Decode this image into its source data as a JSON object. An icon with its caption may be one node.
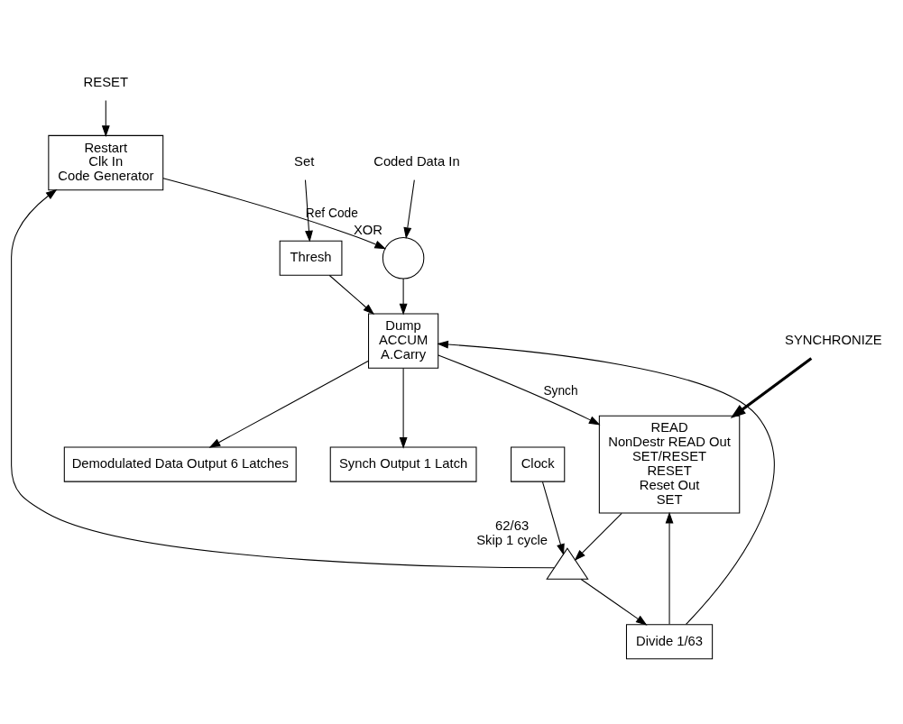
{
  "diagram": {
    "nodes": [
      {
        "text": [
          "RESET"
        ]
      },
      {
        "text": [
          "Restart",
          "Clk In",
          "Code Generator"
        ]
      },
      {
        "text": [
          "Coded Data In"
        ]
      },
      {
        "text": [],
        "shape": "circle",
        "beside": [
          "XOR"
        ]
      },
      {
        "text": [
          "Set"
        ]
      },
      {
        "text": [
          "Thresh"
        ]
      },
      {
        "text": [
          "Dump",
          "ACCUM",
          "A.Carry"
        ]
      },
      {
        "text": [
          "Divide 1/63"
        ]
      },
      {
        "text": [
          "Clock"
        ]
      },
      {
        "text": [],
        "shape": "triangle",
        "beside": [
          "62/63",
          "Skip 1 cycle"
        ]
      },
      {
        "text": [
          "READ",
          "NonDestr READ Out",
          "SET/RESET",
          "RESET",
          "Reset Out",
          "SET"
        ]
      },
      {
        "text": [
          "SYNCHRONIZE"
        ]
      },
      {
        "text": [
          "Demodulated Data Output 6 Latches"
        ]
      },
      {
        "text": [
          "Synch Output 1 Latch"
        ]
      }
    ],
    "edges": [
      {
        "from": 0,
        "to": 1,
        "arrow": "to"
      },
      {
        "from": 1,
        "to": 3,
        "arrow": "to",
        "label": "Ref Code"
      },
      {
        "from": 2,
        "to": 3,
        "arrow": "to"
      },
      {
        "from": 3,
        "to": 6,
        "arrow": "to"
      },
      {
        "from": 4,
        "to": 5,
        "arrow": "to"
      },
      {
        "from": 5,
        "to": 6,
        "arrow": "to"
      },
      {
        "from": 9,
        "to": 1,
        "arrow": "to"
      },
      {
        "from": 9,
        "to": 7,
        "arrow": "to"
      },
      {
        "from": 7,
        "to": 6,
        "arrow": "to"
      },
      {
        "from": 7,
        "to": 10,
        "arrow": "to"
      },
      {
        "from": 8,
        "to": 9,
        "arrow": "to"
      },
      {
        "from": 10,
        "to": 9,
        "arrow": "to"
      },
      {
        "from": 6,
        "to": 10,
        "arrow": "to",
        "label": "Synch"
      },
      {
        "from": 6,
        "to": 13,
        "arrow": "to"
      },
      {
        "from": 6,
        "to": 12,
        "arrow": "to"
      },
      {
        "from": 11,
        "to": 10,
        "arrow": "to",
        "style": "thick"
      }
    ]
  }
}
